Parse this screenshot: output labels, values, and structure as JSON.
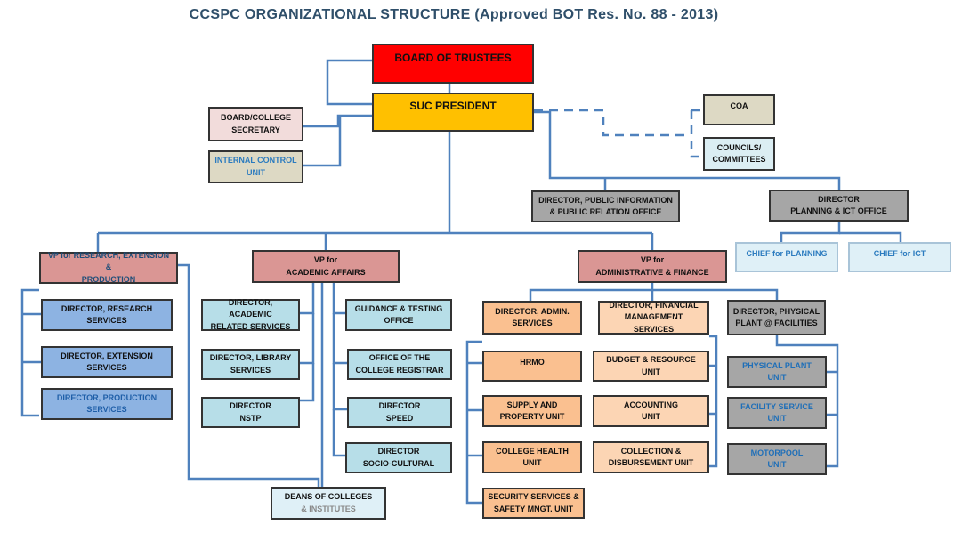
{
  "title": "CCSPC ORGANIZATIONAL STRUCTURE (Approved BOT Res. No. 88 - 2013)",
  "colors": {
    "connector": "#4f81bd",
    "board": "#ff0000",
    "president": "#ffc000",
    "vp": "#da9694",
    "research_units": "#8db3e2",
    "academic_units": "#b7dee8",
    "admin_units": "#fac090",
    "finance_units": "#fcd5b4",
    "plant_units": "#a6a6a6"
  },
  "nodes": {
    "board": "BOARD OF TRUSTEES",
    "president": "SUC PRESIDENT",
    "secretary": "BOARD/COLLEGE\nSECRETARY",
    "internal_control": "INTERNAL CONTROL\nUNIT",
    "coa": "COA",
    "councils": "COUNCILS/\nCOMMITTEES",
    "pio": "DIRECTOR, PUBLIC INFORMATION\n& PUBLIC RELATION OFFICE",
    "planning_ict": "DIRECTOR\nPLANNING & ICT OFFICE",
    "chief_planning": "CHIEF for PLANNING",
    "chief_ict": "CHIEF for ICT",
    "vp_research": "VP for RESEARCH, EXTENSION &\nPRODUCTION",
    "vp_academic": "VP for\nACADEMIC AFFAIRS",
    "vp_admin": "VP for\nADMINISTRATIVE & FINANCE",
    "dir_research": "DIRECTOR, RESEARCH\nSERVICES",
    "dir_extension": "DIRECTOR, EXTENSION\nSERVICES",
    "dir_production": "DIRECTOR, PRODUCTION\nSERVICES",
    "dir_academic_related": "DIRECTOR, ACADEMIC\nRELATED SERVICES",
    "dir_library": "DIRECTOR, LIBRARY\nSERVICES",
    "dir_nstp": "DIRECTOR\nNSTP",
    "guidance": "GUIDANCE & TESTING\nOFFICE",
    "registrar": "OFFICE OF THE\nCOLLEGE REGISTRAR",
    "speed": "DIRECTOR\nSPEED",
    "socio_cultural": "DIRECTOR\nSOCIO-CULTURAL",
    "deans_line1": "DEANS OF COLLEGES",
    "deans_line2": "& INSTITUTES",
    "dir_admin": "DIRECTOR,  ADMIN.\nSERVICES",
    "dir_financial": "DIRECTOR, FINANCIAL\nMANAGEMENT SERVICES",
    "dir_physical": "DIRECTOR, PHYSICAL\nPLANT @ FACILITIES",
    "hrmo": "HRMO",
    "supply": "SUPPLY AND\nPROPERTY UNIT",
    "health": "COLLEGE HEALTH\nUNIT",
    "security": "SECURITY SERVICES &\nSAFETY MNGT.  UNIT",
    "budget": "BUDGET & RESOURCE\nUNIT",
    "accounting": "ACCOUNTING\nUNIT",
    "collection": "COLLECTION &\nDISBURSEMENT UNIT",
    "physical_plant": "PHYSICAL PLANT\nUNIT",
    "facility": "FACILITY SERVICE\nUNIT",
    "motorpool": "MOTORPOOL\nUNIT"
  }
}
